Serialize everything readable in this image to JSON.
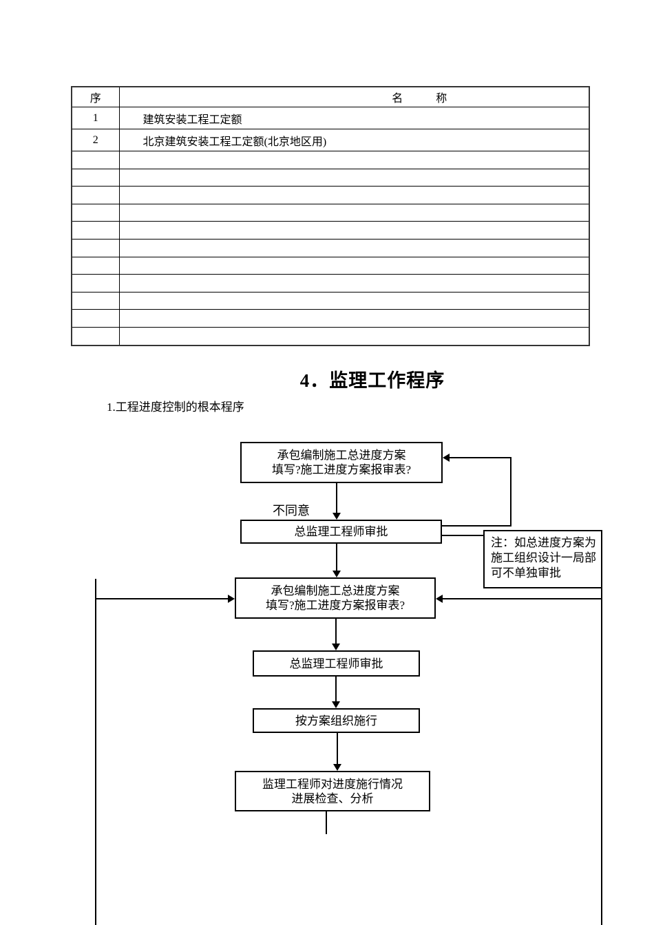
{
  "table": {
    "headers": [
      "序",
      "名　　　称"
    ],
    "rows": [
      {
        "no": "1",
        "name": "建筑安装工程工定额"
      },
      {
        "no": "2",
        "name": "北京建筑安装工程工定额(北京地区用)"
      }
    ],
    "empty_row_count": 11
  },
  "section": {
    "title": "4．监理工作程序",
    "subtitle": "1.工程进度控制的根本程序"
  },
  "flowchart": {
    "box1": {
      "line1": "承包编制施工总进度方案",
      "line2": "填写?施工进度方案报审表?"
    },
    "disagree_label": "不同意",
    "box2": {
      "label": "总监理工程师审批"
    },
    "note": {
      "line1": "注：如总进度方案为",
      "line2": "施工组织设计一局部",
      "line3": "可不单独审批"
    },
    "box3": {
      "line1": "承包编制施工总进度方案",
      "line2": "填写?施工进度方案报审表?"
    },
    "box4": {
      "label": "总监理工程师审批"
    },
    "box5": {
      "label": "按方案组织施行"
    },
    "box6": {
      "line1": "监理工程师对进度施行情况",
      "line2": "进展检查、分析"
    }
  },
  "colors": {
    "line": "#000000",
    "text": "#000000",
    "background": "#ffffff"
  }
}
